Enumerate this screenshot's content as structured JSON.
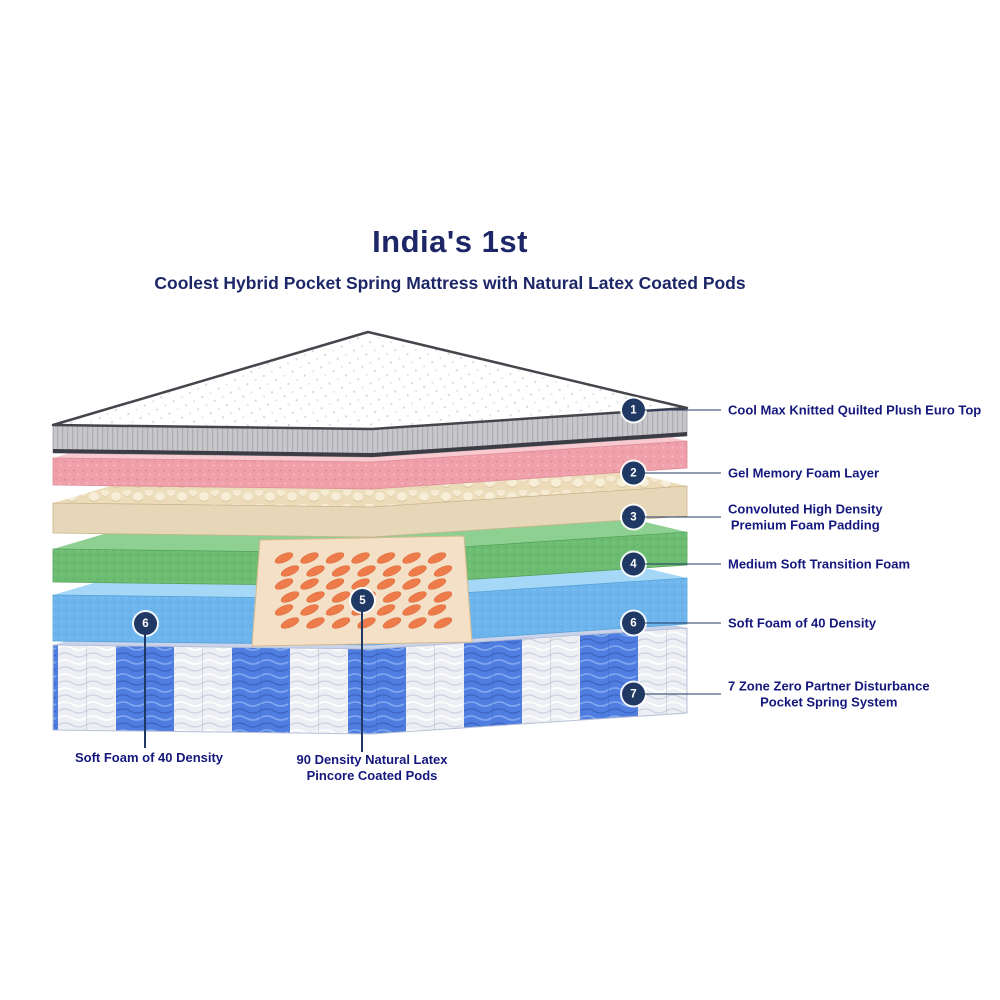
{
  "title": "India's 1st",
  "subtitle": "Coolest Hybrid Pocket Spring Mattress with Natural Latex Coated Pods",
  "callouts_right": [
    {
      "num": "1",
      "line1": "Cool Max Knitted Quilted Plush Euro Top",
      "line2": ""
    },
    {
      "num": "2",
      "line1": "Gel Memory Foam Layer",
      "line2": ""
    },
    {
      "num": "3",
      "line1": "Convoluted High Density",
      "line2": "Premium Foam Padding"
    },
    {
      "num": "4",
      "line1": "Medium Soft Transition Foam",
      "line2": ""
    },
    {
      "num": "6",
      "line1": "Soft Foam of 40 Density",
      "line2": ""
    },
    {
      "num": "7",
      "line1": "7 Zone Zero Partner Disturbance",
      "line2": "Pocket Spring System"
    }
  ],
  "callouts_bottom": [
    {
      "num": "6",
      "line1": "Soft Foam of 40 Density",
      "line2": ""
    },
    {
      "num": "5",
      "line1": "90 Density Natural Latex",
      "line2": "Pincore Coated Pods"
    }
  ],
  "palette": {
    "title_text": "#1d2768",
    "label_text": "#14187c",
    "badge_fill": "#203864",
    "connector_line": "#203864"
  },
  "layers": [
    {
      "name": "euro-top",
      "color": "#ffffff",
      "rim": "#45454c"
    },
    {
      "name": "side-band",
      "color": "#c7c7cb"
    },
    {
      "name": "gel-memory-foam",
      "color": "#f0a0aa"
    },
    {
      "name": "convoluted-foam",
      "color": "#ecdcba"
    },
    {
      "name": "transition-foam",
      "color": "#6cbd72"
    },
    {
      "name": "soft-foam",
      "color": "#6db5ec"
    },
    {
      "name": "latex-pods",
      "color": "#ee7c4a",
      "panel": "#f3e0c6"
    },
    {
      "name": "pocket-springs",
      "colors": [
        "#4f7ee0",
        "#edeff4"
      ]
    }
  ]
}
